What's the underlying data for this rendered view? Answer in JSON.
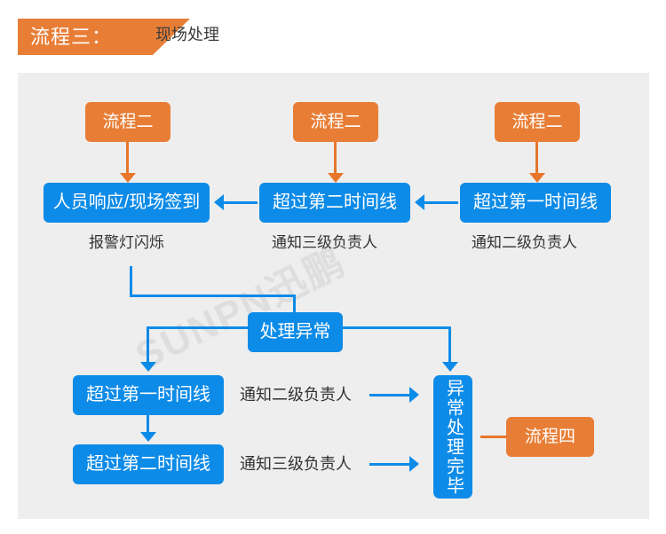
{
  "header": {
    "banner_label": "流程三：",
    "subtitle": "现场处理",
    "banner_color": "#E87E36"
  },
  "panel": {
    "background": "#eeeeee",
    "watermark": "SUNPN迅鹏"
  },
  "palette": {
    "orange": "#E87E36",
    "blue": "#0D8BE8",
    "arrow_blue": "#0D8BE8",
    "arrow_orange": "#E8762A",
    "caption_text": "#333333"
  },
  "nodes": {
    "top_orange_left": "流程二",
    "top_orange_mid": "流程二",
    "top_orange_right": "流程二",
    "row2_left": "人员响应/现场签到",
    "row2_mid": "超过第二时间线",
    "row2_right": "超过第一时间线",
    "mid_center": "处理异常",
    "bottom_left_1": "超过第一时间线",
    "bottom_left_2": "超过第二时间线",
    "bottom_vertical": "异常处理完毕",
    "bottom_orange": "流程四"
  },
  "captions": {
    "under_row2_left": "报警灯闪烁",
    "under_row2_mid": "通知三级负责人",
    "under_row2_right": "通知二级负责人",
    "bottom_row_1": "通知二级负责人",
    "bottom_row_2": "通知三级负责人"
  }
}
